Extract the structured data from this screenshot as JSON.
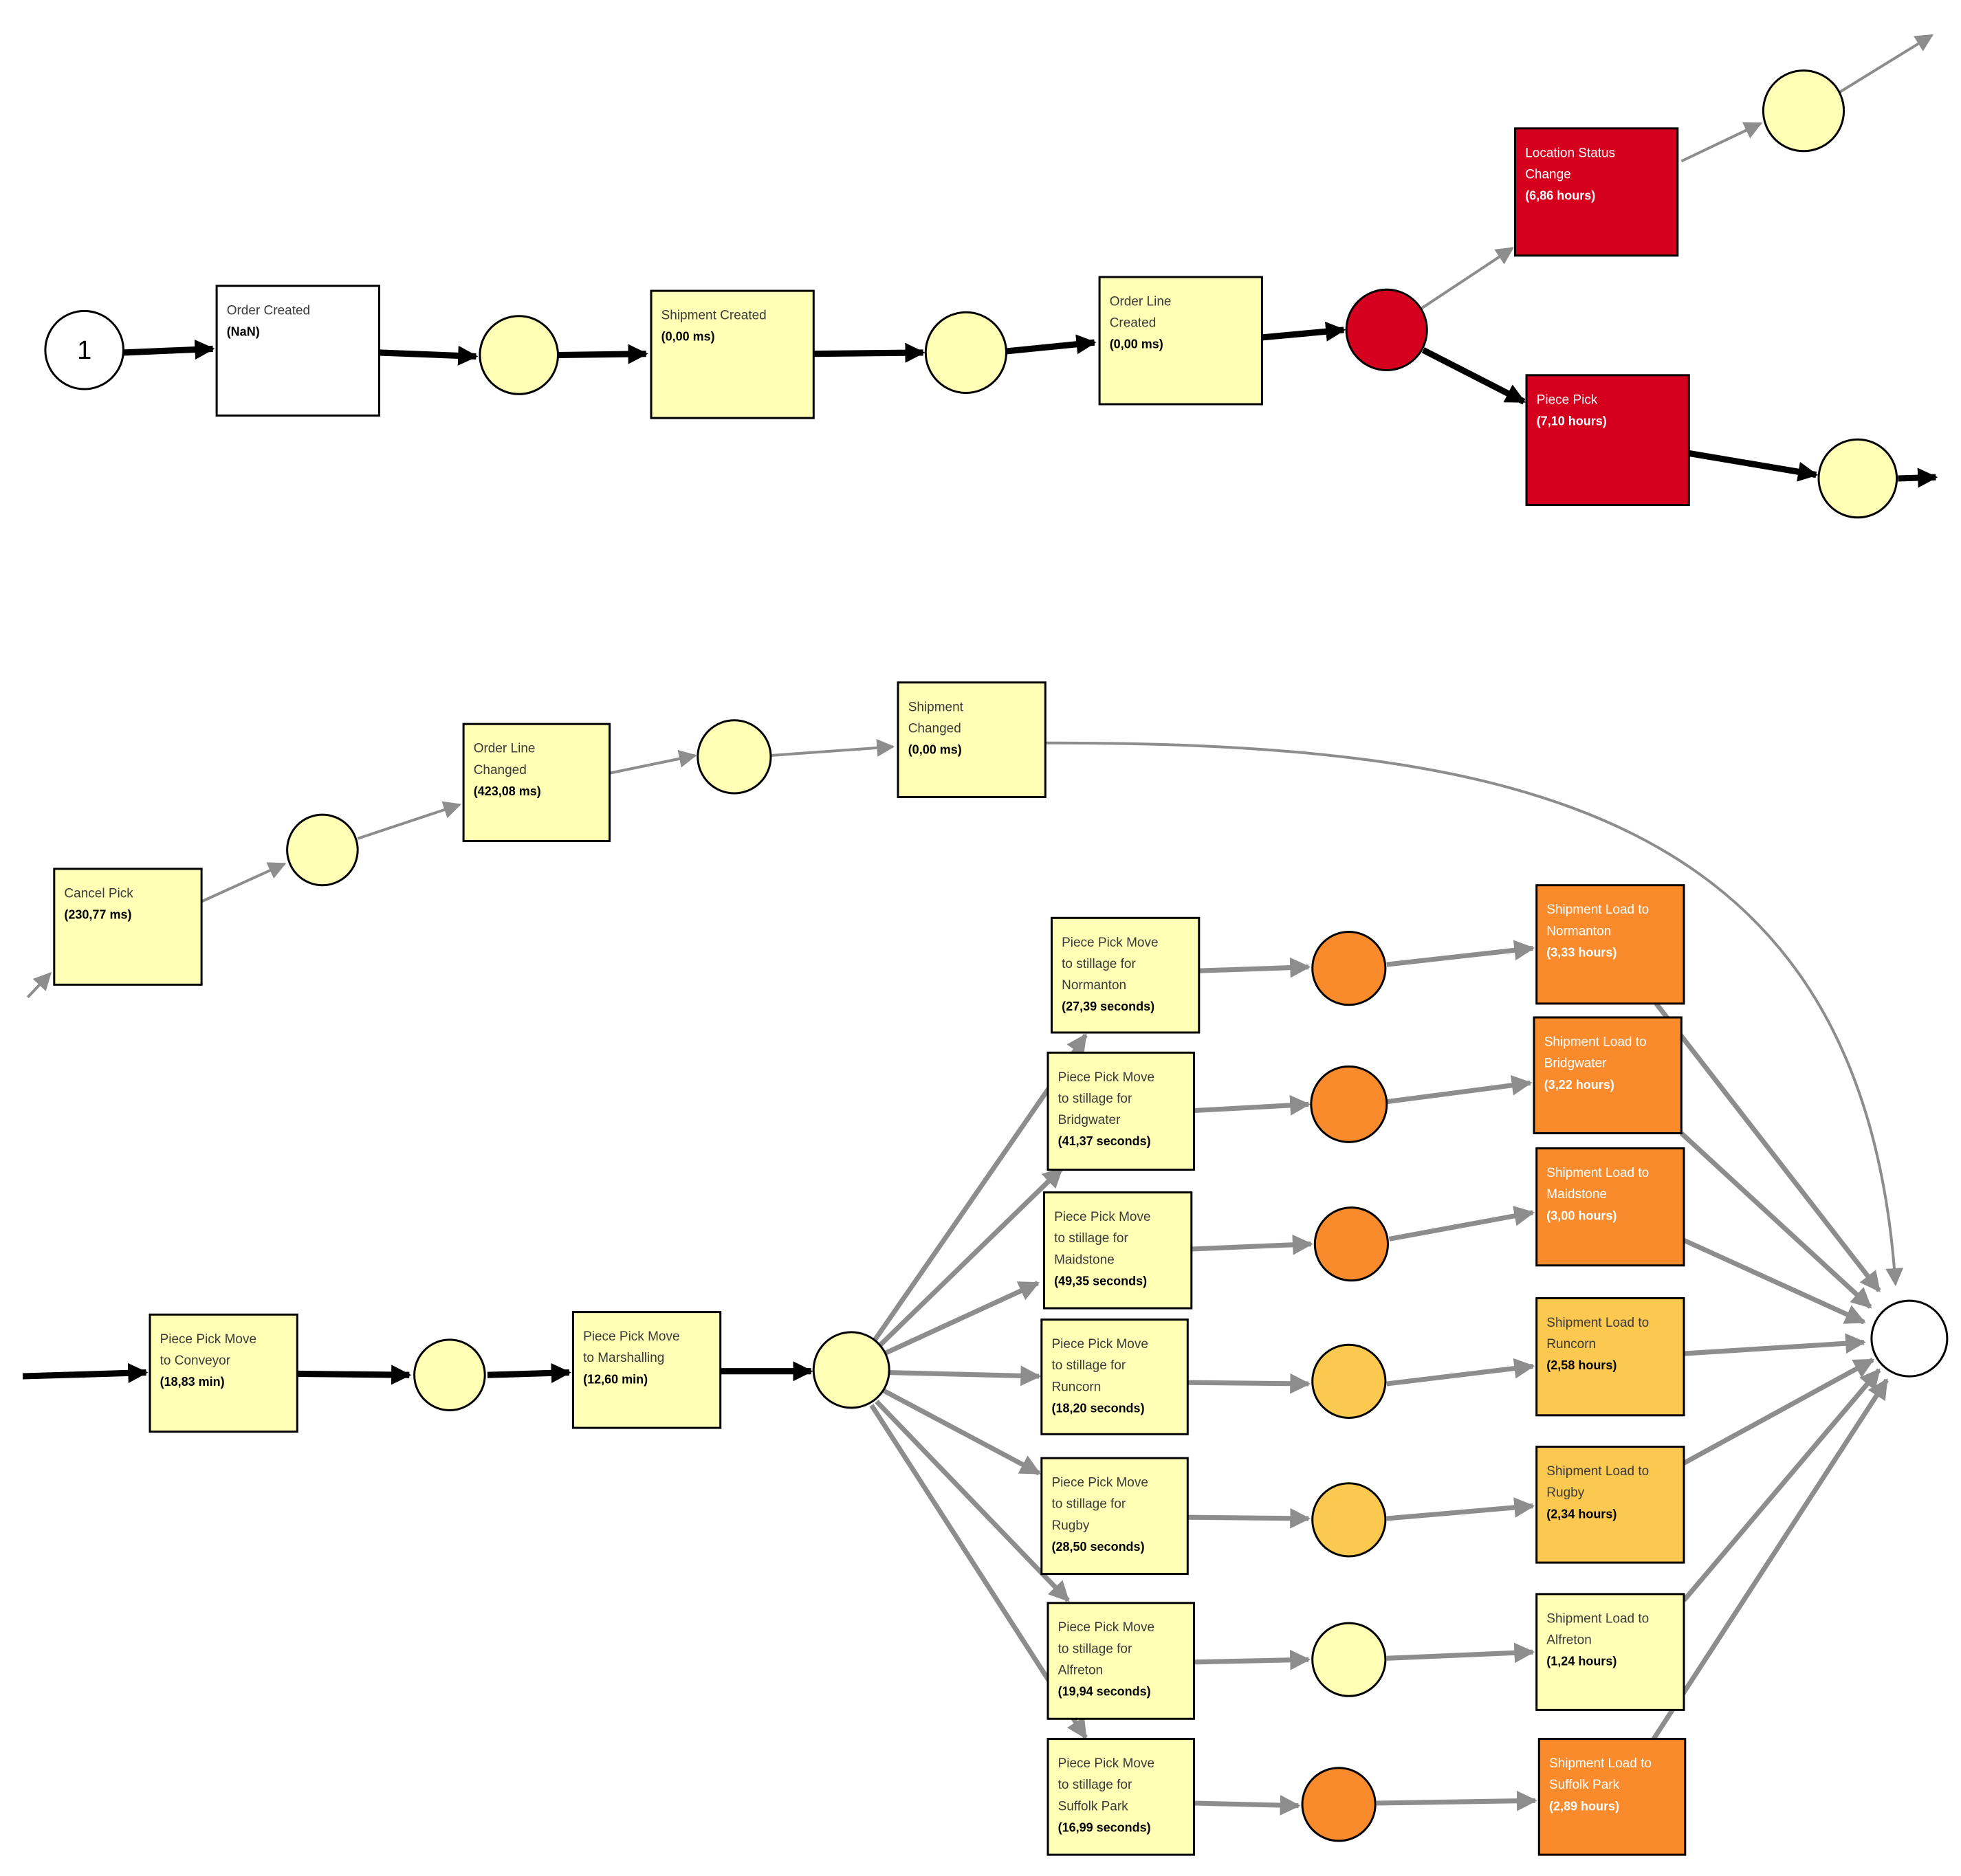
{
  "colors": {
    "white": "#ffffff",
    "pale": "#ffffb5",
    "red": "#d4001e",
    "orange": "#f98b2d",
    "amber": "#fcc950",
    "edge_black": "#000000",
    "edge_grey": "#8d8d8d",
    "text_dark": "#3a3a3a",
    "text_light": "#ffffff"
  },
  "start_label": "1",
  "activities": {
    "order_created": {
      "lines": [
        "Order Created"
      ],
      "duration": "(NaN)"
    },
    "shipment_created": {
      "lines": [
        "Shipment Created"
      ],
      "duration": "(0,00 ms)"
    },
    "order_line_created": {
      "lines": [
        "Order Line",
        "Created"
      ],
      "duration": "(0,00 ms)"
    },
    "location_status_change": {
      "lines": [
        "Location Status",
        "Change"
      ],
      "duration": "(6,86 hours)"
    },
    "piece_pick": {
      "lines": [
        "Piece Pick"
      ],
      "duration": "(7,10 hours)"
    },
    "cancel_pick": {
      "lines": [
        "Cancel Pick"
      ],
      "duration": "(230,77 ms)"
    },
    "order_line_changed": {
      "lines": [
        "Order Line",
        "Changed"
      ],
      "duration": "(423,08 ms)"
    },
    "shipment_changed": {
      "lines": [
        "Shipment",
        "Changed"
      ],
      "duration": "(0,00 ms)"
    },
    "move_conveyor": {
      "lines": [
        "Piece Pick Move",
        "to Conveyor"
      ],
      "duration": "(18,83 min)"
    },
    "move_marshalling": {
      "lines": [
        "Piece Pick Move",
        "to Marshalling"
      ],
      "duration": "(12,60 min)"
    },
    "stillage_normanton": {
      "lines": [
        "Piece Pick Move",
        "to stillage for",
        "Normanton"
      ],
      "duration": "(27,39 seconds)"
    },
    "stillage_bridgwater": {
      "lines": [
        "Piece Pick Move",
        "to stillage for",
        "Bridgwater"
      ],
      "duration": "(41,37 seconds)"
    },
    "stillage_maidstone": {
      "lines": [
        "Piece Pick Move",
        "to stillage for",
        "Maidstone"
      ],
      "duration": "(49,35 seconds)"
    },
    "stillage_runcorn": {
      "lines": [
        "Piece Pick Move",
        "to stillage for",
        "Runcorn"
      ],
      "duration": "(18,20 seconds)"
    },
    "stillage_rugby": {
      "lines": [
        "Piece Pick Move",
        "to stillage for",
        "Rugby"
      ],
      "duration": "(28,50 seconds)"
    },
    "stillage_alfreton": {
      "lines": [
        "Piece Pick Move",
        "to stillage for",
        "Alfreton"
      ],
      "duration": "(19,94 seconds)"
    },
    "stillage_suffolk": {
      "lines": [
        "Piece Pick Move",
        "to stillage for",
        "Suffolk Park"
      ],
      "duration": "(16,99 seconds)"
    },
    "load_normanton": {
      "lines": [
        "Shipment Load to",
        "Normanton"
      ],
      "duration": "(3,33 hours)"
    },
    "load_bridgwater": {
      "lines": [
        "Shipment Load to",
        "Bridgwater"
      ],
      "duration": "(3,22 hours)"
    },
    "load_maidstone": {
      "lines": [
        "Shipment Load to",
        "Maidstone"
      ],
      "duration": "(3,00 hours)"
    },
    "load_runcorn": {
      "lines": [
        "Shipment Load to",
        "Runcorn"
      ],
      "duration": "(2,58 hours)"
    },
    "load_rugby": {
      "lines": [
        "Shipment Load to",
        "Rugby"
      ],
      "duration": "(2,34 hours)"
    },
    "load_alfreton": {
      "lines": [
        "Shipment Load to",
        "Alfreton"
      ],
      "duration": "(1,24 hours)"
    },
    "load_suffolk": {
      "lines": [
        "Shipment Load to",
        "Suffolk Park"
      ],
      "duration": "(2,89 hours)"
    }
  }
}
